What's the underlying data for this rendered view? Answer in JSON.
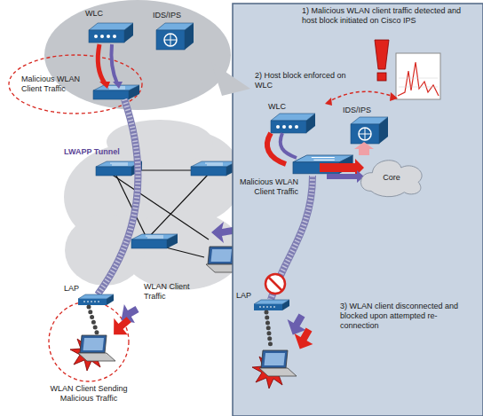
{
  "diagram": {
    "nodes": [
      {
        "text": [
          "Malicious WLAN Client Traffic"
        ]
      },
      {
        "text": [
          "Core"
        ]
      }
    ],
    "labels": [
      "WLC",
      "IDS/IPS",
      "LWAPP Tunnel",
      "LAP",
      "WLAN Client Traffic",
      "WLAN Client Sending Malicious Traffic",
      "1) Malicious WLAN client traffic detected and host block initiated on Cisco IPS",
      "2) Host block enforced on WLC",
      "WLC",
      "IDS/IPS",
      "Malicious WLAN Client Traffic",
      "LAP",
      "3) WLAN client disconnected and blocked upon attempted re-connection"
    ]
  }
}
